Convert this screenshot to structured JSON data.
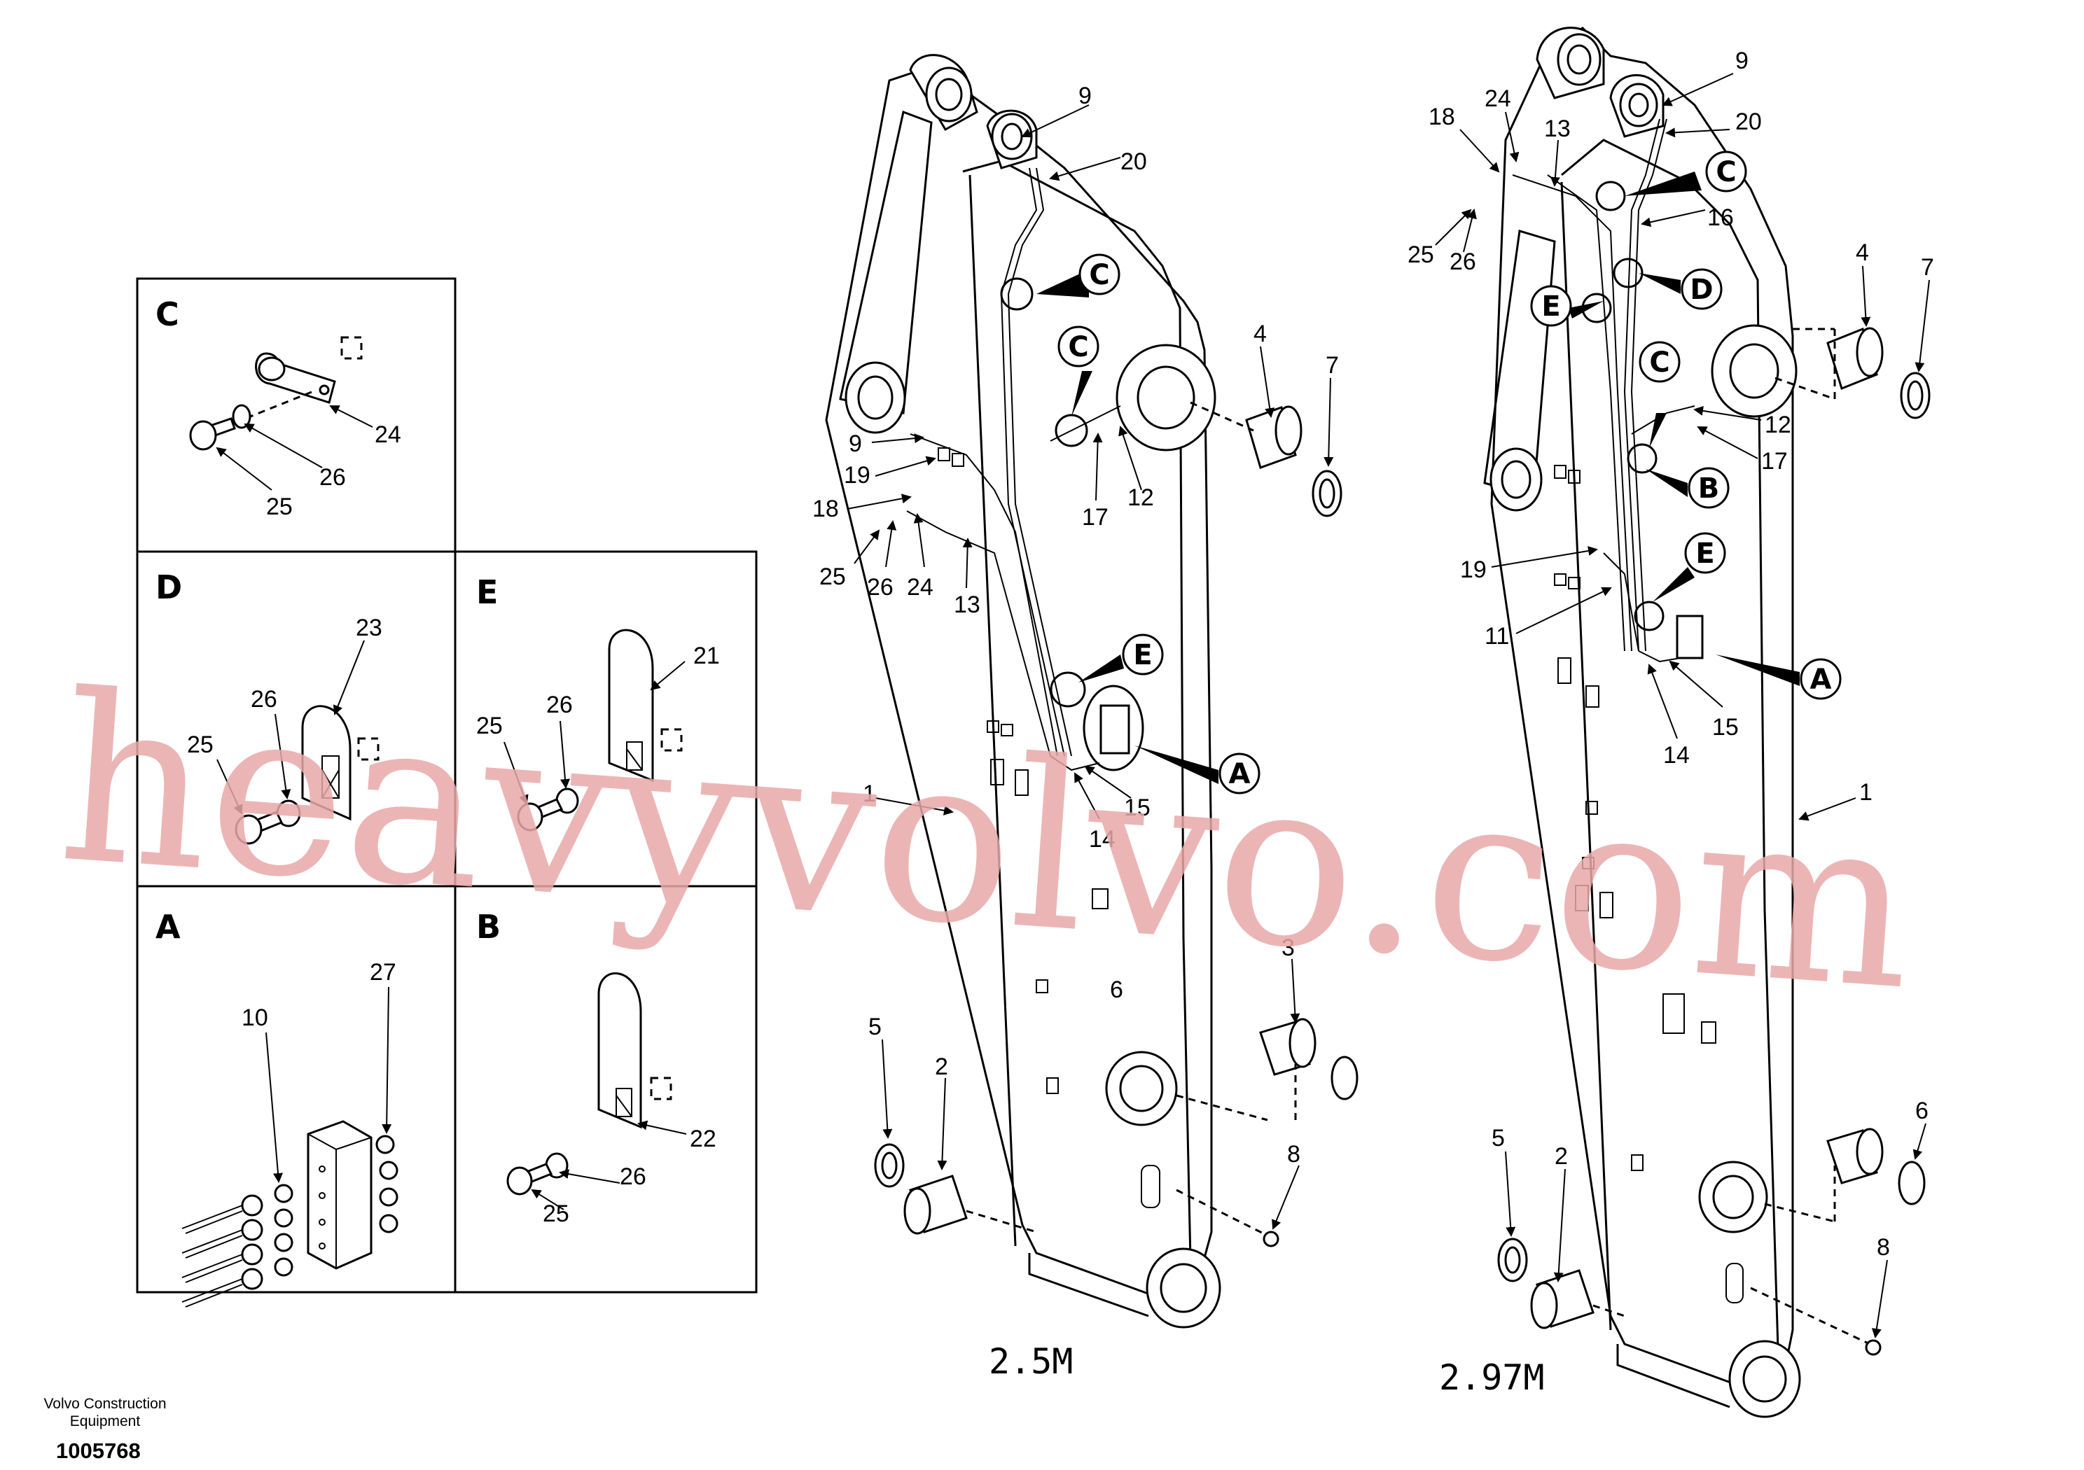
{
  "watermark": "heavyvolvo.com",
  "detail_panels": [
    {
      "letter": "C",
      "labels": [
        "24",
        "26",
        "25"
      ]
    },
    {
      "letter": "D",
      "labels": [
        "23",
        "26",
        "25"
      ]
    },
    {
      "letter": "E",
      "labels": [
        "21",
        "26",
        "25"
      ]
    },
    {
      "letter": "A",
      "labels": [
        "10",
        "27"
      ]
    },
    {
      "letter": "B",
      "labels": [
        "22",
        "26",
        "25"
      ]
    }
  ],
  "arm_left": {
    "model": "2.5M",
    "labels": [
      "9",
      "20",
      "4",
      "7",
      "9",
      "19",
      "18",
      "25",
      "26",
      "24",
      "13",
      "17",
      "12",
      "1",
      "14",
      "15",
      "3",
      "6",
      "5",
      "2",
      "8"
    ],
    "callouts": [
      "C",
      "C",
      "E",
      "A"
    ]
  },
  "arm_right": {
    "model": "2.97M",
    "labels": [
      "9",
      "20",
      "18",
      "24",
      "13",
      "16",
      "25",
      "26",
      "4",
      "7",
      "12",
      "17",
      "19",
      "11",
      "14",
      "15",
      "1",
      "5",
      "2",
      "6",
      "8"
    ],
    "callouts": [
      "C",
      "D",
      "E",
      "C",
      "B",
      "E",
      "A"
    ]
  },
  "footer": {
    "brand_line1": "Volvo Construction",
    "brand_line2": "Equipment",
    "doc_id": "1005768"
  }
}
